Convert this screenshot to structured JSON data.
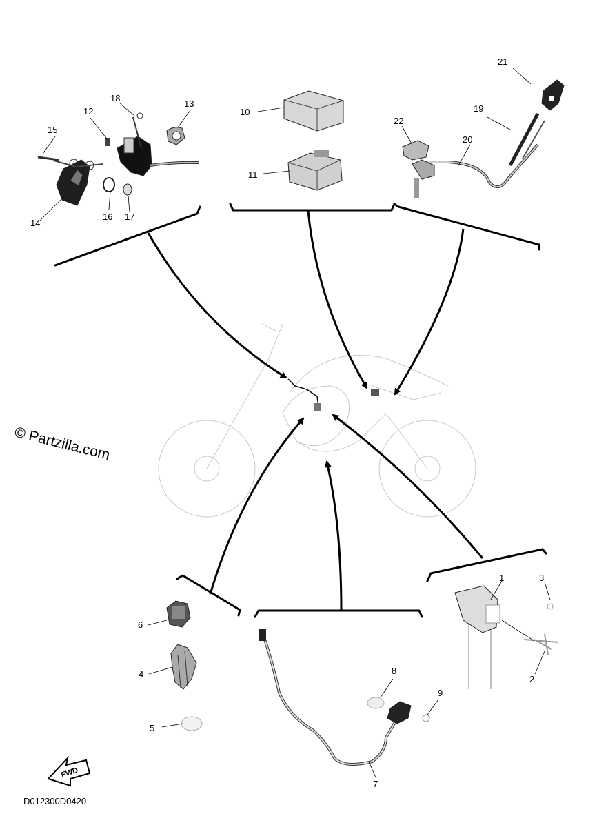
{
  "diagram": {
    "callouts": [
      "1",
      "2",
      "3",
      "4",
      "5",
      "6",
      "7",
      "8",
      "9",
      "10",
      "11",
      "12",
      "13",
      "14",
      "15",
      "16",
      "17",
      "18",
      "19",
      "20",
      "21",
      "22"
    ],
    "watermark": "© Partzilla.com",
    "drawing_code": "D012300D0420",
    "fwd_label": "FWD"
  }
}
